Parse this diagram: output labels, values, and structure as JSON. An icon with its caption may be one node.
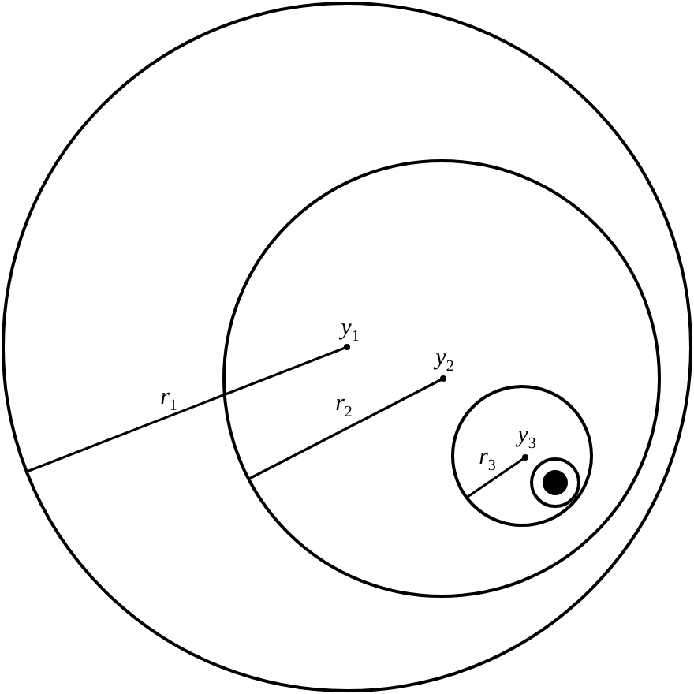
{
  "diagram": {
    "nodes": [
      {
        "text": [],
        "shape": "circle"
      },
      {
        "text": [],
        "shape": "circle",
        "in": 0
      },
      {
        "text": [],
        "shape": "circle",
        "in": 1
      },
      {
        "text": [],
        "shape": "circle",
        "in": 2
      },
      {
        "text": [],
        "shape": "circle",
        "in": 3
      }
    ],
    "labels": [
      "y$_{1}$",
      "r$_{1}$",
      "y$_{2}$",
      "r$_{2}$",
      "y$_{3}$",
      "r$_{3}$"
    ]
  }
}
